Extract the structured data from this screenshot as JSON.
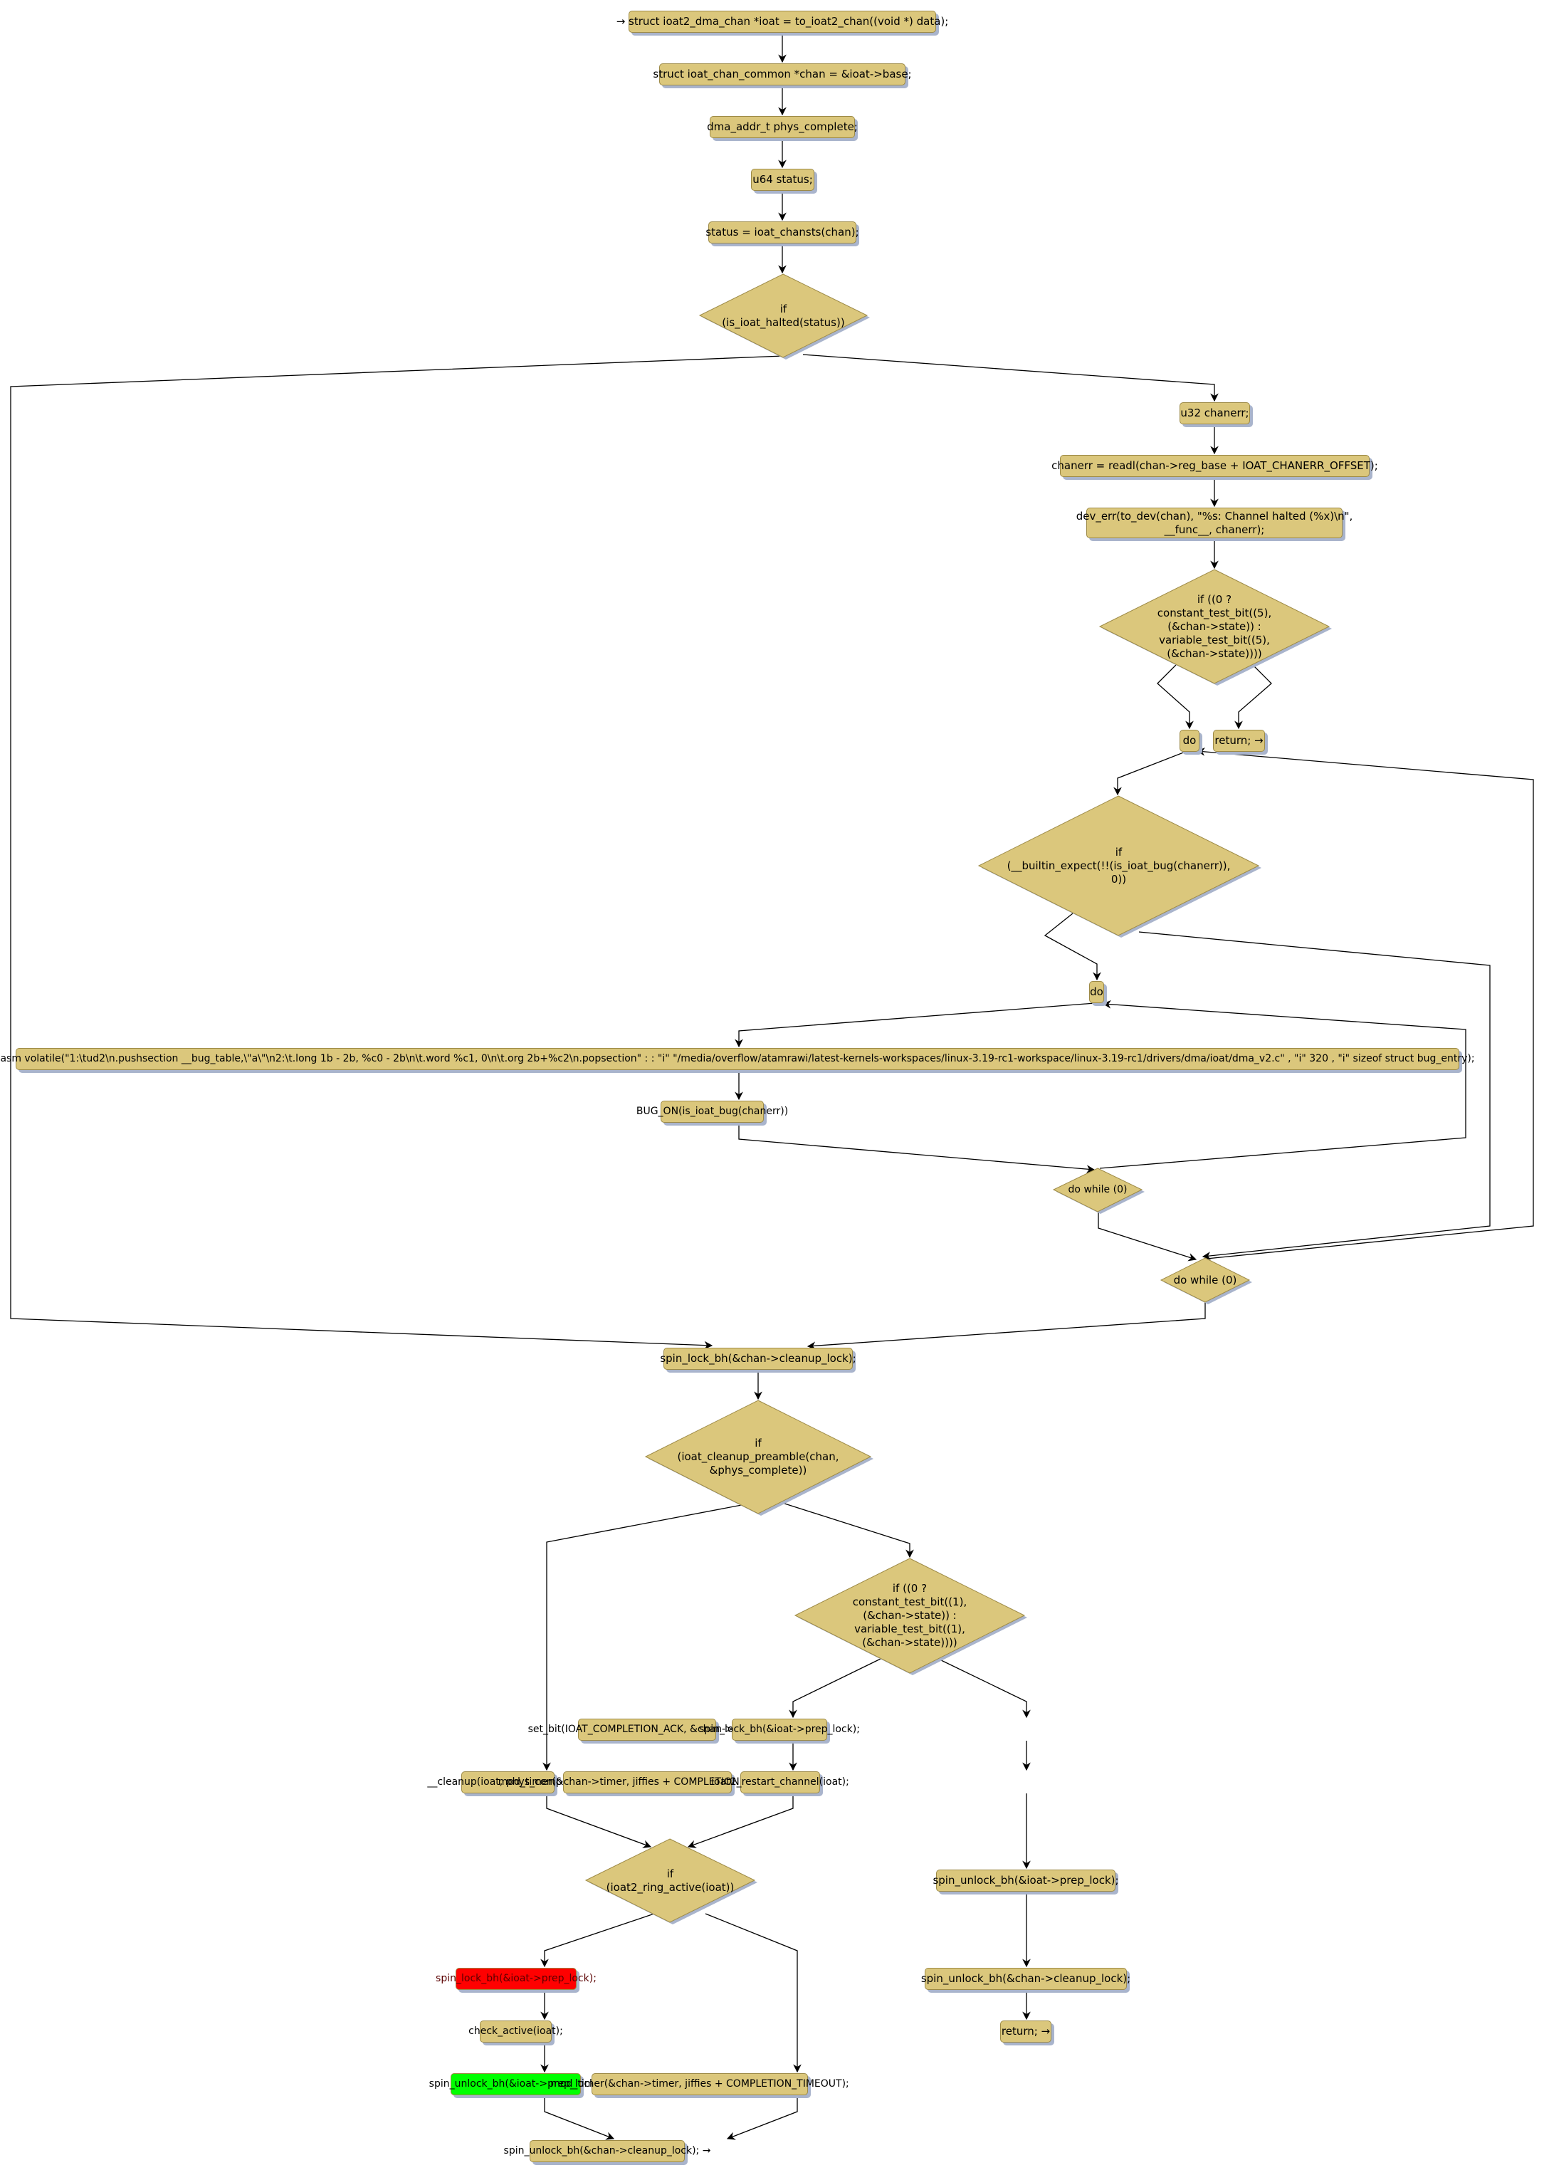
{
  "diagram": {
    "type": "control-flow-graph",
    "colors": {
      "node_fill": "#dbc77c",
      "node_border": "#9d8a46",
      "shadow": "#a9b4cc",
      "highlight_lock": "#ff0000",
      "highlight_unlock": "#00ff00",
      "edge": "#000000"
    },
    "nodes": {
      "n1": "→ struct ioat2_dma_chan *ioat = to_ioat2_chan((void *) data);",
      "n2": "struct ioat_chan_common *chan = &ioat->base;",
      "n3": "dma_addr_t phys_complete;",
      "n4": "u64 status;",
      "n5": "status = ioat_chansts(chan);",
      "d1": "if\n(is_ioat_halted(status))",
      "n6": "u32 chanerr;",
      "n7": "chanerr = readl(chan->reg_base + IOAT_CHANERR_OFFSET);",
      "n8": "dev_err(to_dev(chan), \"%s: Channel halted (%x)\\n\",\n__func__, chanerr);",
      "d2": "if ((0 ?\nconstant_test_bit((5),\n(&chan->state)) :\nvariable_test_bit((5),\n(&chan->state))))",
      "n9": "do",
      "n10": "return; →",
      "d3": "if\n(__builtin_expect(!!(is_ioat_bug(chanerr)),\n0))",
      "n11": "do",
      "n12": "asm volatile(\"1:\\tud2\\n.pushsection __bug_table,\\\"a\\\"\\n2:\\t.long 1b - 2b, %c0 - 2b\\n\\t.word %c1, 0\\n\\t.org 2b+%c2\\n.popsection\" : : \"i\" \"/media/overflow/atamrawi/latest-kernels-workspaces/linux-3.19-rc1-workspace/linux-3.19-rc1/drivers/dma/ioat/dma_v2.c\" , \"i\" 320 , \"i\" sizeof struct bug_entry);",
      "n13": "BUG_ON(is_ioat_bug(chanerr))",
      "d4": "do while (0)",
      "d5": "do while (0)",
      "n14": "spin_lock_bh(&chan->cleanup_lock);",
      "d6": "if\n(ioat_cleanup_preamble(chan,\n&phys_complete))",
      "d7": "if ((0 ?\nconstant_test_bit((1),\n(&chan->state)) :\nvariable_test_bit((1),\n(&chan->state))))",
      "n15": "set_bit(IOAT_COMPLETION_ACK, &chan->state);",
      "n16": "spin_lock_bh(&ioat->prep_lock);",
      "n17": "__cleanup(ioat, phys_complete);",
      "n18": "mod_timer(&chan->timer, jiffies + COMPLETION_TIMEOUT);",
      "n19": "ioat2_restart_channel(ioat);",
      "d8": "if\n(ioat2_ring_active(ioat))",
      "n20": "spin_unlock_bh(&ioat->prep_lock);",
      "n21": "spin_lock_bh(&ioat->prep_lock);",
      "n22": "spin_unlock_bh(&chan->cleanup_lock);",
      "n23": "check_active(ioat);",
      "n24": "return; →",
      "n25": "spin_unlock_bh(&ioat->prep_lock);",
      "n26": "mod_timer(&chan->timer, jiffies + COMPLETION_TIMEOUT);",
      "n27": "spin_unlock_bh(&chan->cleanup_lock); →"
    }
  }
}
